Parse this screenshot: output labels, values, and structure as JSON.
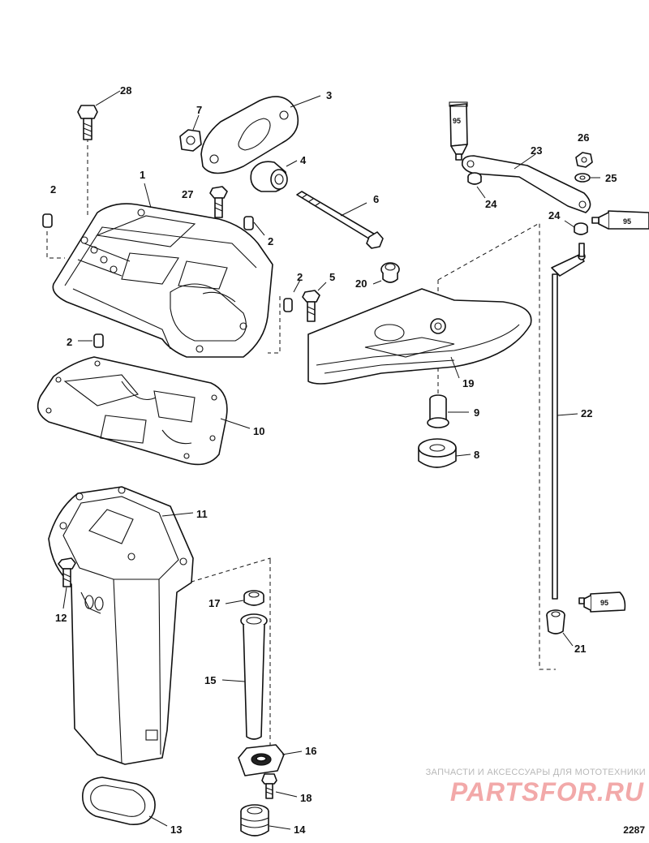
{
  "callouts": {
    "c1": "1",
    "c2a": "2",
    "c2b": "2",
    "c2c": "2",
    "c2d": "2",
    "c3": "3",
    "c4": "4",
    "c5": "5",
    "c6": "6",
    "c7": "7",
    "c8": "8",
    "c9": "9",
    "c10": "10",
    "c11": "11",
    "c12": "12",
    "c13": "13",
    "c14": "14",
    "c15": "15",
    "c16": "16",
    "c17": "17",
    "c18": "18",
    "c19": "19",
    "c20": "20",
    "c21": "21",
    "c22": "22",
    "c23": "23",
    "c24a": "24",
    "c24b": "24",
    "c25": "25",
    "c26": "26",
    "c27": "27",
    "c28": "28"
  },
  "lubricant_tubes": {
    "t1": "95",
    "t2": "95",
    "t3": "95"
  },
  "watermark": {
    "caption": "ЗАПЧАСТИ И АКСЕССУАРЫ ДЛЯ МОТОТЕХНИКИ",
    "logo": "PARTSFOR.RU"
  },
  "diagram_number": "2287"
}
